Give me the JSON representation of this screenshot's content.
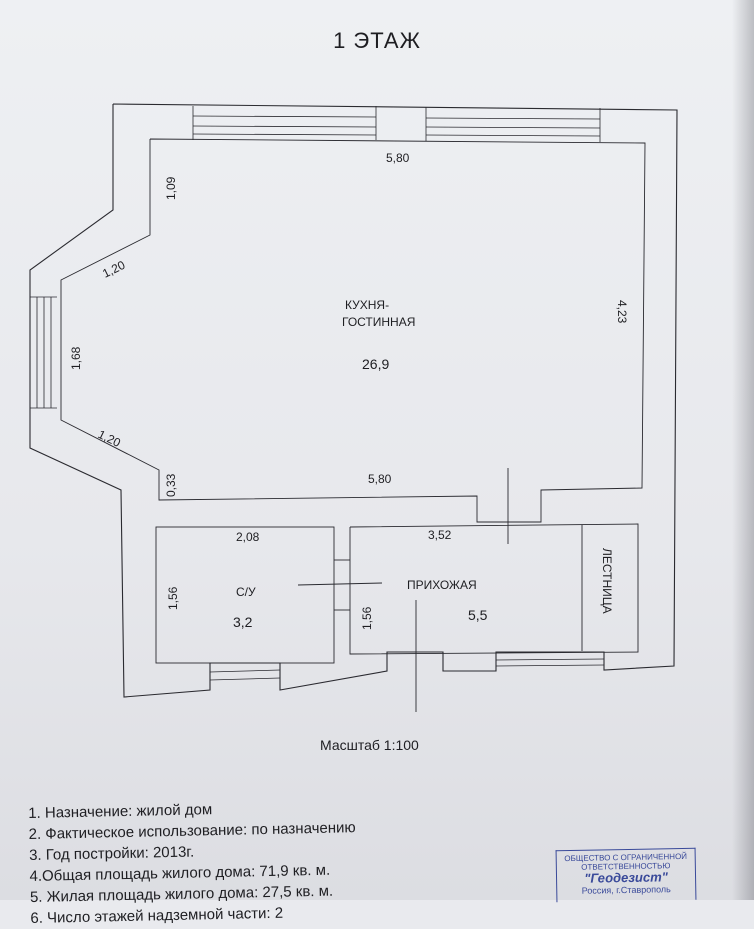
{
  "title": "1 ЭТАЖ",
  "plan": {
    "rooms": [
      {
        "name_line1": "КУХНЯ-",
        "name_line2": "ГОСТИННАЯ",
        "area": "26,9"
      },
      {
        "name": "С/У",
        "area": "3,2"
      },
      {
        "name": "ПРИХОЖАЯ",
        "area": "5,5"
      },
      {
        "name": "ЛЕСТНИЦА"
      }
    ],
    "dimensions": {
      "living_top": "5,80",
      "living_bottom": "5,80",
      "living_right": "4,23",
      "bay_upper_side": "1,09",
      "bay_upper_diag": "1,20",
      "bay_front": "1,68",
      "bay_lower_diag": "1,20",
      "bay_lower_side": "0,33",
      "wc_top": "2,08",
      "wc_left": "1,56",
      "hall_top": "3,52",
      "hall_left": "1,56"
    }
  },
  "scale": "Масштаб 1:100",
  "notes": [
    "1. Назначение: жилой дом",
    "2. Фактическое использование: по назначению",
    "3. Год постройки: 2013г.",
    "4.Общая площадь жилого дома: 71,9 кв. м.",
    "5. Жилая площадь жилого дома: 27,5 кв. м.",
    "6. Число этажей надземной части: 2"
  ],
  "stamp": {
    "line1": "ОБЩЕСТВО С ОГРАНИЧЕННОЙ",
    "line2": "ОТВЕТСТВЕННОСТЬЮ",
    "company": "\"Геодезист\"",
    "city": "Россия, г.Ставрополь"
  },
  "colors": {
    "paper": "#e9eaee",
    "ink": "#1e1e22",
    "stamp": "#3a4a9a"
  }
}
